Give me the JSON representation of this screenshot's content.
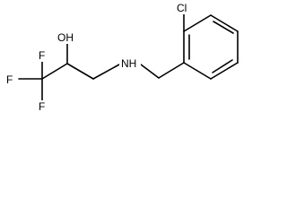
{
  "molecule": {
    "atoms": {
      "cl": "Cl",
      "oh": "OH",
      "nh": "NH",
      "f_top": "F",
      "f_left": "F",
      "f_bottom": "F"
    }
  }
}
